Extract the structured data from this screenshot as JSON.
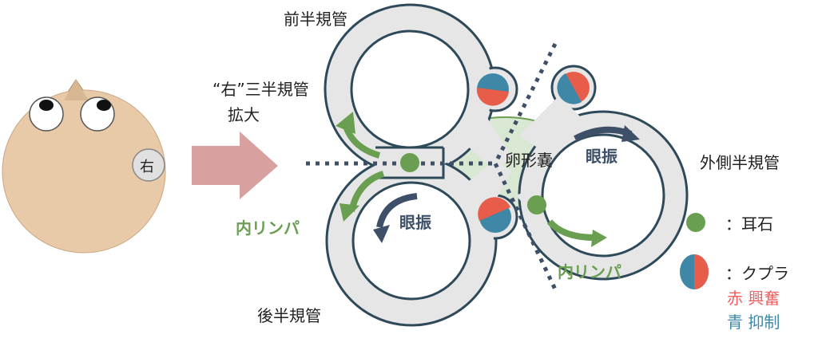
{
  "labels": {
    "anterior_canal": "前半規管",
    "magnified_title_line1": "“右”三半規管",
    "magnified_title_line2": "拡大",
    "posterior_canal": "後半規管",
    "lateral_canal": "外側半規管",
    "utricle": "卵形嚢",
    "endolymph_left": "内リンパ",
    "endolymph_right": "内リンパ",
    "nystagmus_left": "眼振",
    "nystagmus_right": "眼振",
    "right_ear": "右"
  },
  "legend": {
    "otolith": "：耳石",
    "cupula": "：クプラ",
    "red_label": "赤 興奮",
    "blue_label": "青 抑制"
  },
  "colors": {
    "canal_fill": "#e6e6e6",
    "canal_stroke": "#2e4a5a",
    "utricle_fill": "#d9e8d3",
    "green": "#6a9e50",
    "navy": "#3e5068",
    "red": "#e85c4a",
    "blue": "#3f87a6",
    "skin": "#e8c9a8",
    "arrow_pink": "#d9a0a0"
  }
}
